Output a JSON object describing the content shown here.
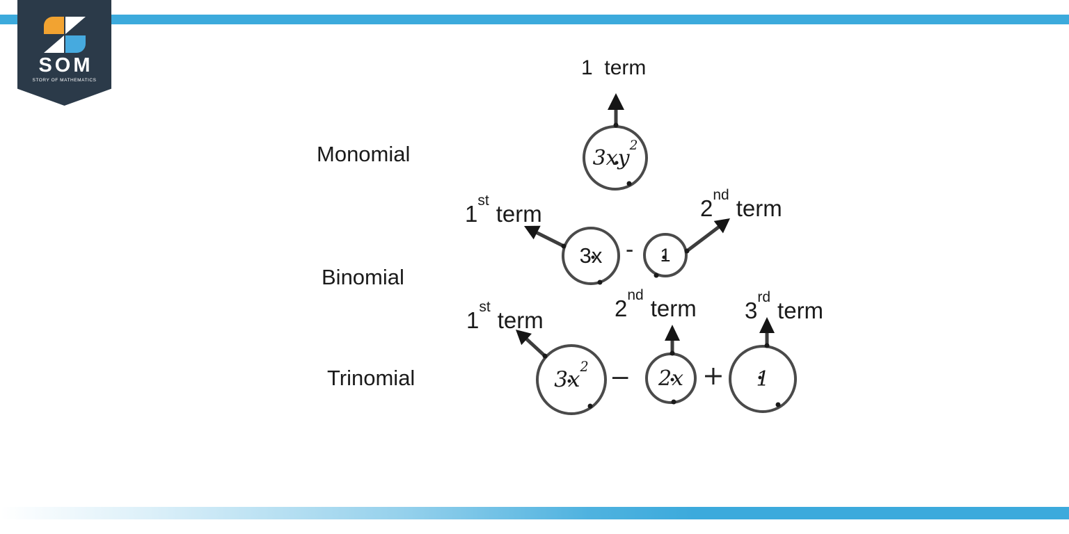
{
  "branding": {
    "acronym": "SOM",
    "tagline": "STORY OF MATHEMATICS",
    "colors": {
      "ribbon_navy": "#2B3A49",
      "accent_blue": "#3CAADC",
      "logo_orange": "#F2A331",
      "logo_blue": "#46AADF"
    }
  },
  "diagram": {
    "stroke_gray": "#4A4A4A",
    "monomial": {
      "row_label": "Monomial",
      "count_label": "1  term",
      "expression_base": "3xy",
      "expression_sup": "2"
    },
    "binomial": {
      "row_label": "Binomial",
      "term1_num": "1",
      "term1_suffix": "st",
      "term1_word": "term",
      "term2_num": "2",
      "term2_suffix": "nd",
      "term2_word": "term",
      "operand1": "3x",
      "operator": "-",
      "operand2": "1"
    },
    "trinomial": {
      "row_label": "Trinomial",
      "term1_num": "1",
      "term1_suffix": "st",
      "term1_word": "term",
      "term2_num": "2",
      "term2_suffix": "nd",
      "term2_word": "term",
      "term3_num": "3",
      "term3_suffix": "rd",
      "term3_word": "term",
      "operand1_base": "3x",
      "operand1_sup": "2",
      "operator1": "−",
      "operand2": "2x",
      "operator2": "+",
      "operand3": "1"
    }
  }
}
